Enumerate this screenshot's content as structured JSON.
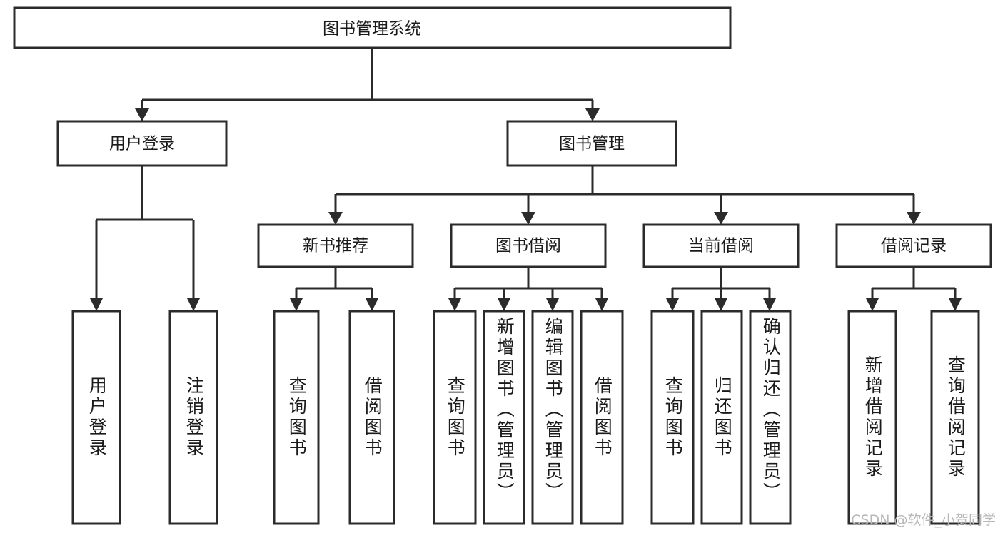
{
  "diagram": {
    "type": "tree-flowchart",
    "orientation": "top-down",
    "root": {
      "label": "图书管理系统"
    },
    "level2": [
      {
        "label": "用户登录"
      },
      {
        "label": "图书管理"
      }
    ],
    "level3": [
      {
        "label": "新书推荐"
      },
      {
        "label": "图书借阅"
      },
      {
        "label": "当前借阅"
      },
      {
        "label": "借阅记录"
      }
    ],
    "leaves": {
      "user_login": [
        {
          "label": "用户登录"
        },
        {
          "label": "注销登录"
        }
      ],
      "new_book_recommend": [
        {
          "label": "查询图书"
        },
        {
          "label": "借阅图书"
        }
      ],
      "book_borrow": [
        {
          "label": "查询图书"
        },
        {
          "label": "新增图书（管理员）"
        },
        {
          "label": "编辑图书（管理员）"
        },
        {
          "label": "借阅图书"
        }
      ],
      "current_borrow": [
        {
          "label": "查询图书"
        },
        {
          "label": "归还图书"
        },
        {
          "label": "确认归还（管理员）"
        }
      ],
      "borrow_records": [
        {
          "label": "新增借阅记录"
        },
        {
          "label": "查询借阅记录"
        }
      ]
    },
    "colors": {
      "box_stroke": "#2b2b2b",
      "box_fill": "#ffffff",
      "text": "#1a1a1a",
      "connector": "#2b2b2b",
      "watermark": "#b8b8b8",
      "background": "#ffffff"
    }
  },
  "watermark": {
    "text": "CSDN @软件_小贺同学"
  }
}
